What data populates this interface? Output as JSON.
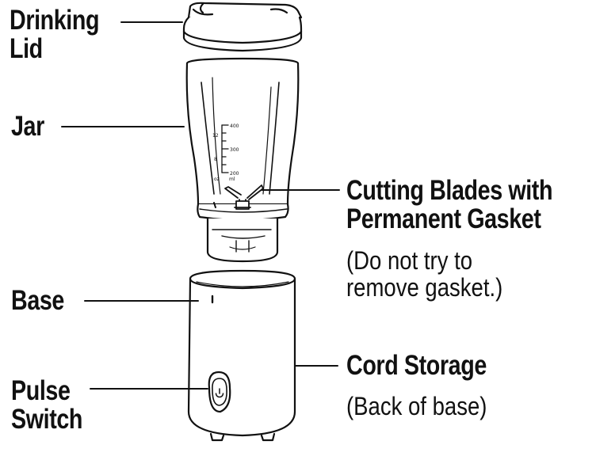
{
  "labels": {
    "drinking_lid": [
      "Drinking",
      "Lid"
    ],
    "jar": "Jar",
    "cutting_blades": [
      "Cutting Blades with",
      "Permanent Gasket"
    ],
    "gasket_note": [
      "(Do not try to",
      "remove gasket.)"
    ],
    "base": "Base",
    "pulse_switch": [
      "Pulse",
      "Switch"
    ],
    "cord_storage": "Cord Storage",
    "cord_note": "(Back of base)"
  },
  "jar_scale": {
    "ml_marks": [
      "400",
      "300",
      "200"
    ],
    "ml_unit": "ml",
    "oz_marks": [
      "12",
      "8"
    ],
    "oz_unit": "oz"
  },
  "icons": {
    "power": "power-icon"
  },
  "colors": {
    "line": "#111111",
    "background": "#ffffff"
  }
}
